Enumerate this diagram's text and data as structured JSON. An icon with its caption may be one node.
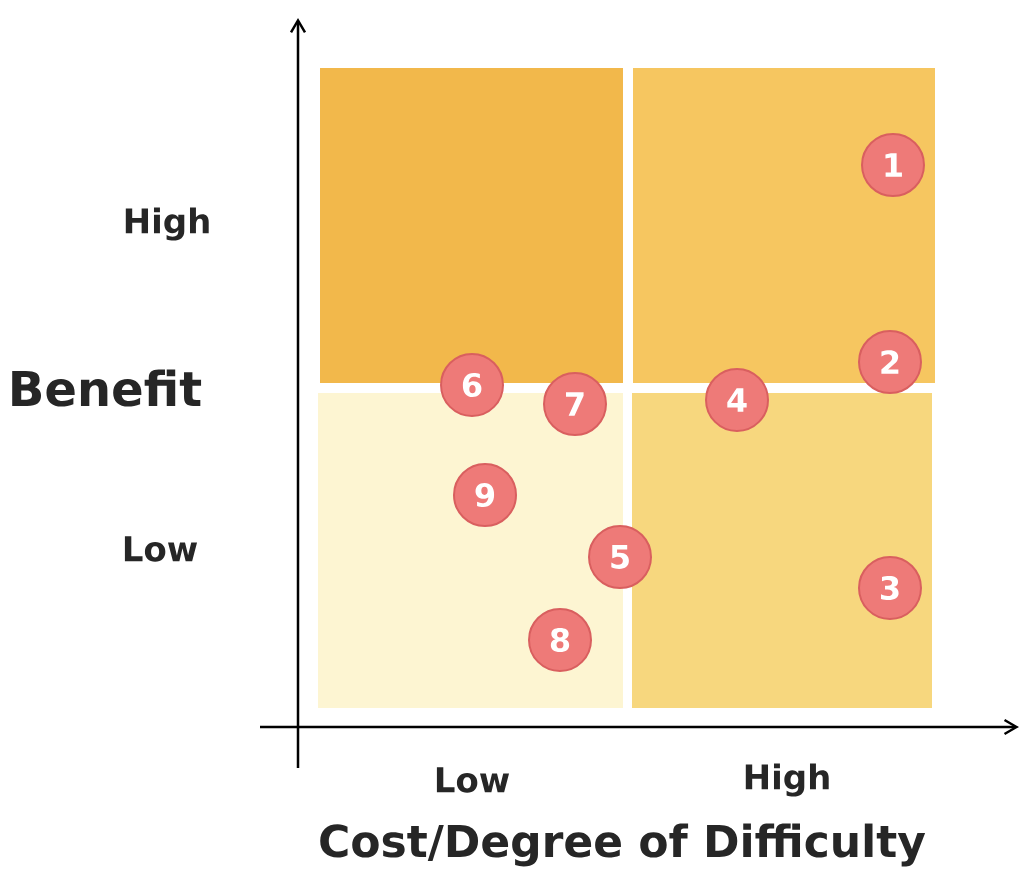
{
  "diagram": {
    "nodes": [
      {
        "text": [
          "1"
        ]
      },
      {
        "text": [
          "2"
        ]
      },
      {
        "text": [
          "3"
        ]
      },
      {
        "text": [
          "4"
        ]
      },
      {
        "text": [
          "5"
        ]
      },
      {
        "text": [
          "6"
        ]
      },
      {
        "text": [
          "7"
        ]
      },
      {
        "text": [
          "8"
        ]
      },
      {
        "text": [
          "9"
        ]
      }
    ],
    "labels": [
      "High",
      "Benefit",
      "Low",
      "Low",
      "High",
      "Cost/Degree of Difficulty"
    ]
  }
}
